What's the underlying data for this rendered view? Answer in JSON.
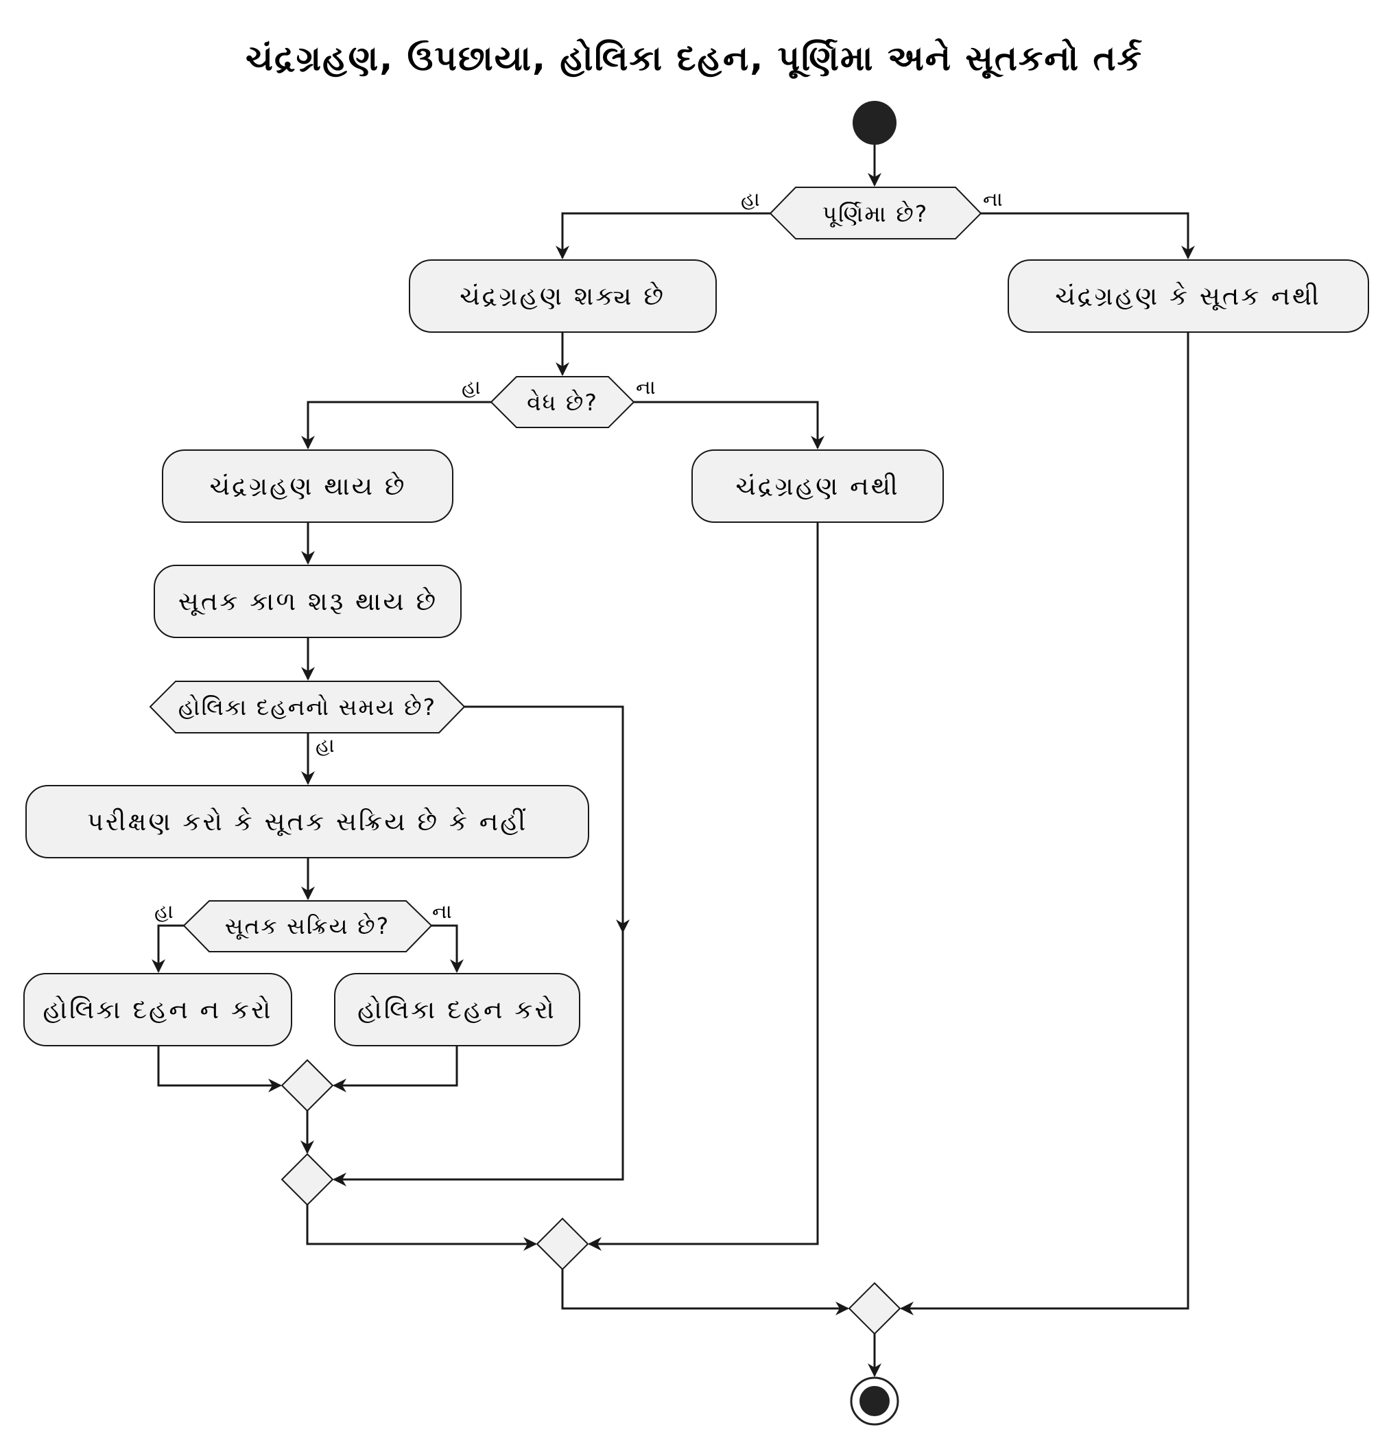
{
  "diagram": {
    "title": "ચંદ્રગ્રહણ, ઉપછાયા, હોલિકા દહન, પૂર્ણિમા અને સૂતકનો તર્ક",
    "nodes": {
      "start": {
        "type": "start"
      },
      "d_purnima": {
        "type": "decision",
        "label": "પૂર્ણિમા છે?",
        "yes": "હા",
        "no": "ના"
      },
      "a_possible": {
        "type": "action",
        "label": "ચંદ્રગ્રહણ શક્ય છે"
      },
      "a_none": {
        "type": "action",
        "label": "ચંદ્રગ્રહણ કે સૂતક નથી"
      },
      "d_vedh": {
        "type": "decision",
        "label": "વેધ છે?",
        "yes": "હા",
        "no": "ના"
      },
      "a_occurs": {
        "type": "action",
        "label": "ચંદ્રગ્રહણ થાય છે"
      },
      "a_no_eclipse": {
        "type": "action",
        "label": "ચંદ્રગ્રહણ નથી"
      },
      "a_sutak_start": {
        "type": "action",
        "label": "સૂતક કાળ શરૂ થાય છે"
      },
      "d_holika_time": {
        "type": "decision",
        "label": "હોલિકા દહનનો સમય છે?",
        "yes": "હા"
      },
      "a_check": {
        "type": "action",
        "label": "પરીક્ષણ કરો કે સૂતક સક્રિય છે કે નહીં"
      },
      "d_sutak_active": {
        "type": "decision",
        "label": "સૂતક સક્રિય છે?",
        "yes": "હા",
        "no": "ના"
      },
      "a_dont": {
        "type": "action",
        "label": "હોલિકા દહન ન કરો"
      },
      "a_do": {
        "type": "action",
        "label": "હોલિકા દહન કરો"
      },
      "m1": {
        "type": "merge"
      },
      "m2": {
        "type": "merge"
      },
      "m3": {
        "type": "merge"
      },
      "m4": {
        "type": "merge"
      },
      "end": {
        "type": "end"
      }
    },
    "edges": [
      {
        "from": "start",
        "to": "d_purnima"
      },
      {
        "from": "d_purnima",
        "to": "a_possible",
        "label": "હા"
      },
      {
        "from": "d_purnima",
        "to": "a_none",
        "label": "ના"
      },
      {
        "from": "a_possible",
        "to": "d_vedh"
      },
      {
        "from": "d_vedh",
        "to": "a_occurs",
        "label": "હા"
      },
      {
        "from": "d_vedh",
        "to": "a_no_eclipse",
        "label": "ના"
      },
      {
        "from": "a_occurs",
        "to": "a_sutak_start"
      },
      {
        "from": "a_sutak_start",
        "to": "d_holika_time"
      },
      {
        "from": "d_holika_time",
        "to": "a_check",
        "label": "હા"
      },
      {
        "from": "d_holika_time",
        "to": "m2"
      },
      {
        "from": "a_check",
        "to": "d_sutak_active"
      },
      {
        "from": "d_sutak_active",
        "to": "a_dont",
        "label": "હા"
      },
      {
        "from": "d_sutak_active",
        "to": "a_do",
        "label": "ના"
      },
      {
        "from": "a_dont",
        "to": "m1"
      },
      {
        "from": "a_do",
        "to": "m1"
      },
      {
        "from": "m1",
        "to": "m2"
      },
      {
        "from": "m2",
        "to": "m3"
      },
      {
        "from": "a_no_eclipse",
        "to": "m3"
      },
      {
        "from": "m3",
        "to": "m4"
      },
      {
        "from": "a_none",
        "to": "m4"
      },
      {
        "from": "m4",
        "to": "end"
      }
    ]
  },
  "colors": {
    "node_fill": "#f1f1f1",
    "stroke": "#181818",
    "text": "#000000",
    "background": "#ffffff"
  }
}
